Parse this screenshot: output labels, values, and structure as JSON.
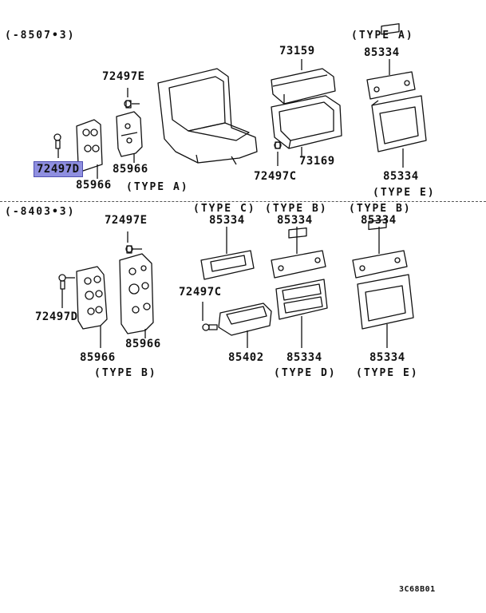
{
  "sections": [
    {
      "range": "(-8507•3)"
    },
    {
      "range": "(-8403•3)"
    }
  ],
  "labels": {
    "p72497E_a": "72497E",
    "p73159": "73159",
    "type_a_top": "(TYPE A)",
    "p85334_a": "85334",
    "p72497D_a": "72497D",
    "p85966_a1": "85966",
    "p85966_a2": "85966",
    "type_a_low": "(TYPE A)",
    "p72497C_a": "72497C",
    "p73169": "73169",
    "p85334_e1": "85334",
    "type_e_a": "(TYPE E)",
    "p72497E_b": "72497E",
    "type_c": "(TYPE C)",
    "p85334_c": "85334",
    "type_b_mid": "(TYPE B)",
    "p85334_b1": "85334",
    "type_b_right": "(TYPE B)",
    "p85334_b2": "85334",
    "p72497D_b": "72497D",
    "p72497C_b": "72497C",
    "p85966_b1": "85966",
    "p85966_b2": "85966",
    "type_b_low": "(TYPE B)",
    "p85402": "85402",
    "p85334_d": "85334",
    "type_d": "(TYPE D)",
    "p85334_e2": "85334",
    "type_e_b": "(TYPE E)"
  },
  "footer_code": "3C68B01",
  "highlight_color": "#8f8fe0"
}
